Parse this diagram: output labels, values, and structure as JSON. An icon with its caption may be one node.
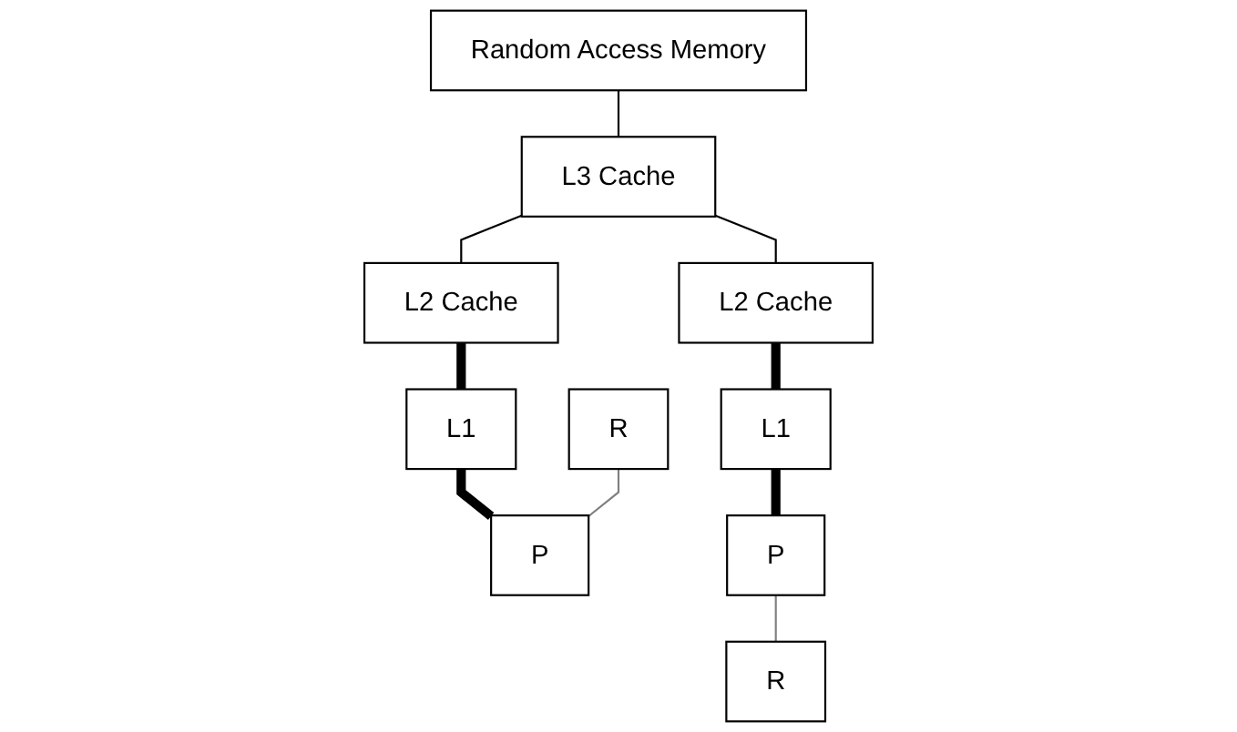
{
  "diagram": {
    "nodes": [
      {
        "text": [
          "Random Access Memory"
        ]
      },
      {
        "text": [
          "L3 Cache"
        ]
      },
      {
        "text": [
          "L2 Cache"
        ]
      },
      {
        "text": [
          "L2 Cache"
        ]
      },
      {
        "text": [
          "L1"
        ]
      },
      {
        "text": [
          "L1"
        ]
      },
      {
        "text": [
          "R"
        ]
      },
      {
        "text": [
          "P"
        ]
      },
      {
        "text": [
          "P"
        ]
      },
      {
        "text": [
          "R"
        ]
      }
    ],
    "edges": [
      {
        "from": 0,
        "to": 1,
        "arrow": "none"
      },
      {
        "from": 1,
        "to": 2,
        "arrow": "none"
      },
      {
        "from": 1,
        "to": 3,
        "arrow": "none"
      },
      {
        "from": 2,
        "to": 4,
        "arrow": "none",
        "style": "thick"
      },
      {
        "from": 3,
        "to": 5,
        "arrow": "none",
        "style": "thick"
      },
      {
        "from": 4,
        "to": 7,
        "arrow": "none",
        "style": "thick"
      },
      {
        "from": 5,
        "to": 8,
        "arrow": "none",
        "style": "thick"
      },
      {
        "from": 6,
        "to": 7,
        "arrow": "none",
        "color": "#808080"
      },
      {
        "from": 8,
        "to": 9,
        "arrow": "none",
        "color": "#808080"
      }
    ]
  }
}
